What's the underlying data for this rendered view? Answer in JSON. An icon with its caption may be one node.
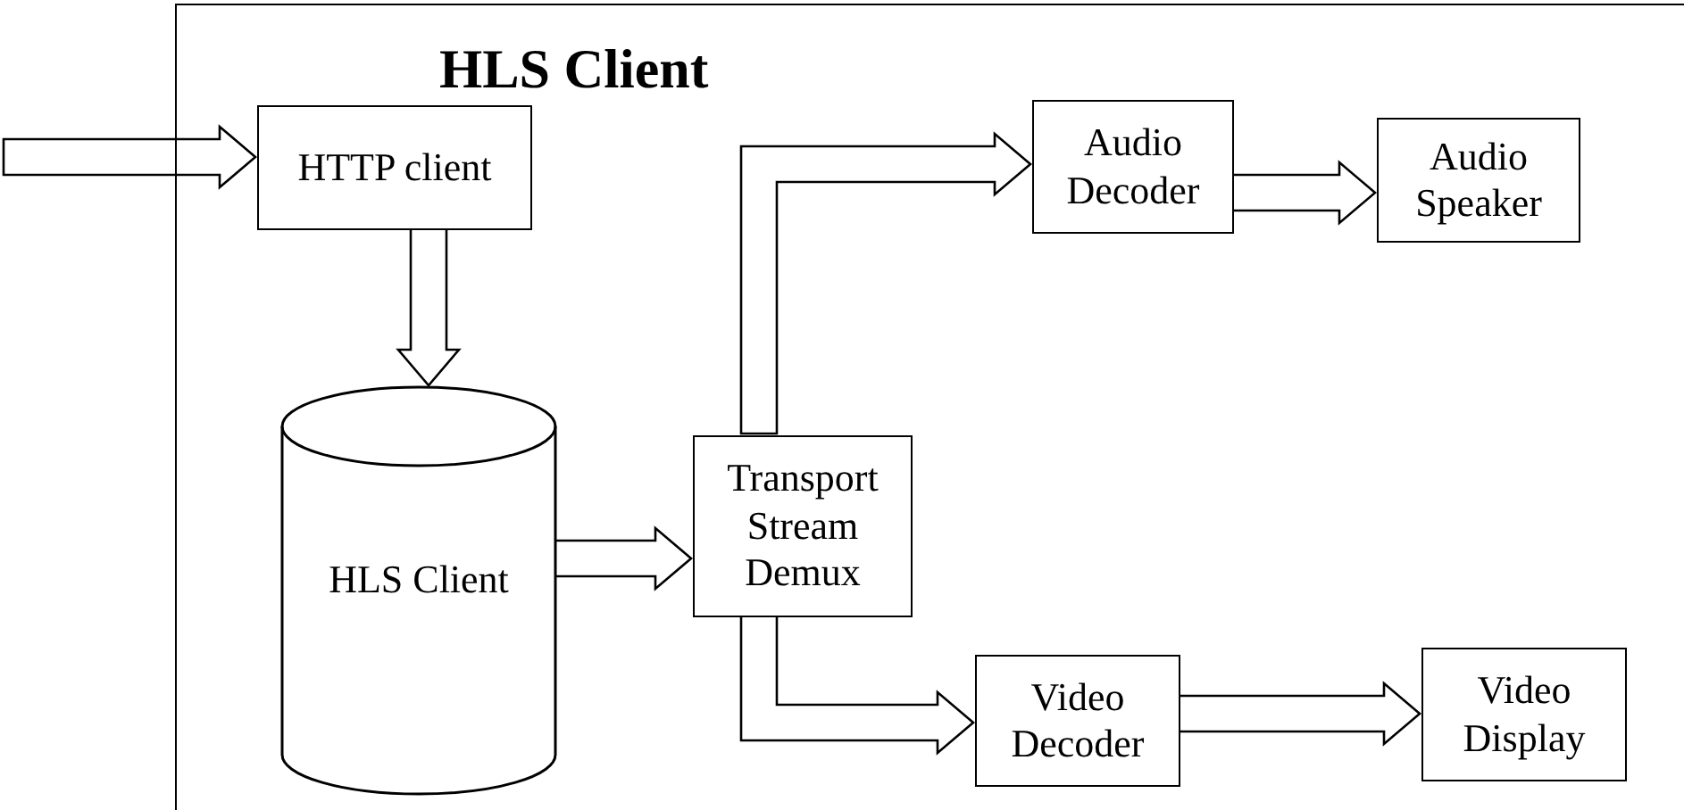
{
  "diagram": {
    "nodes": [
      {
        "text": [
          "HLS Client"
        ]
      },
      {
        "text": [
          "HTTP client"
        ],
        "in": 0
      },
      {
        "text": [
          "HLS Client"
        ],
        "in": 0
      },
      {
        "text": [
          "Transport Stream Demux"
        ],
        "in": 0
      },
      {
        "text": [
          "Audio Decoder"
        ],
        "in": 0
      },
      {
        "text": [
          "Audio Speaker"
        ],
        "in": 0
      },
      {
        "text": [
          "Video Decoder"
        ],
        "in": 0
      },
      {
        "text": [
          "Video Display"
        ],
        "in": 0
      }
    ],
    "edges": [
      {
        "from": null,
        "to": 1,
        "arrow": "to"
      },
      {
        "from": 1,
        "to": 2,
        "arrow": "to"
      },
      {
        "from": 2,
        "to": 3,
        "arrow": "to"
      },
      {
        "from": 3,
        "to": 4,
        "arrow": "to"
      },
      {
        "from": 4,
        "to": 5,
        "arrow": "to"
      },
      {
        "from": 3,
        "to": 6,
        "arrow": "to"
      },
      {
        "from": 6,
        "to": 7,
        "arrow": "to"
      }
    ]
  }
}
